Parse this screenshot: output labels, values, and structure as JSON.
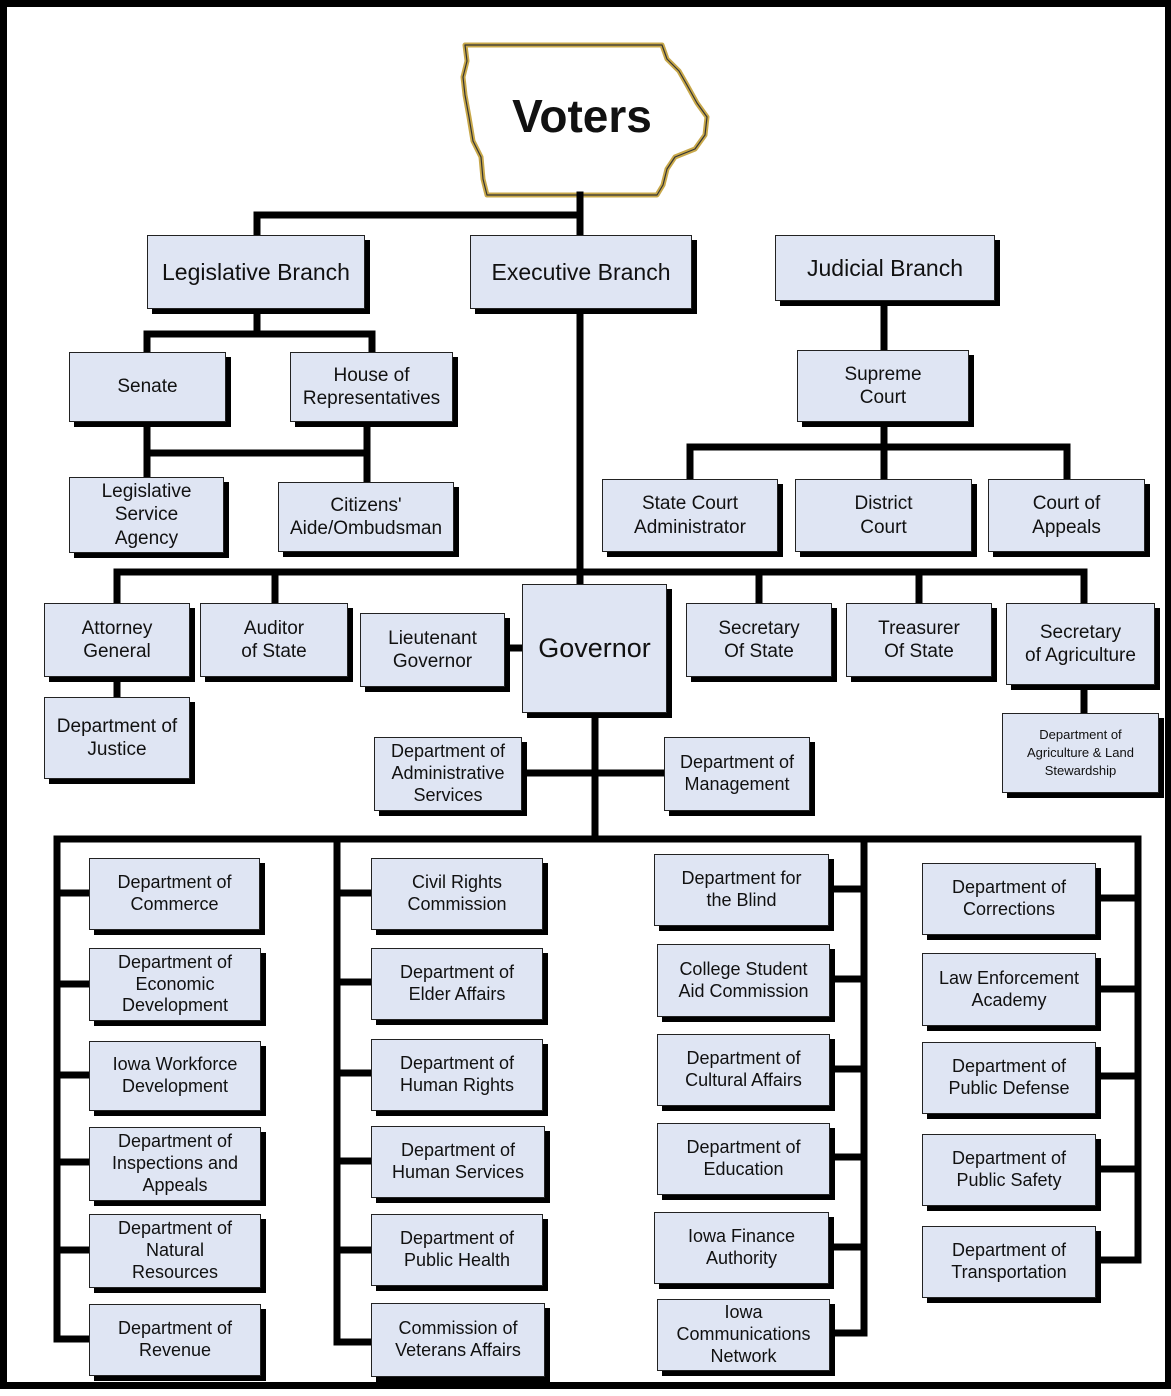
{
  "title": "Voters",
  "branches": {
    "legislative": "Legislative Branch",
    "executive": "Executive Branch",
    "judicial": "Judicial Branch"
  },
  "legislative": {
    "senate": "Senate",
    "house": "House of\nRepresentatives",
    "lsa": "Legislative\nService\nAgency",
    "ombudsman": "Citizens'\nAide/Ombudsman"
  },
  "judicial": {
    "supreme_court": "Supreme\nCourt",
    "state_court_admin": "State Court\nAdministrator",
    "district_court": "District\nCourt",
    "court_of_appeals": "Court of\nAppeals"
  },
  "executive": {
    "governor": "Governor",
    "lieutenant_governor": "Lieutenant\nGovernor",
    "attorney_general": "Attorney\nGeneral",
    "auditor": "Auditor\nof State",
    "secretary_of_state": "Secretary\nOf State",
    "treasurer": "Treasurer\nOf State",
    "secretary_agriculture": "Secretary\nof Agriculture",
    "dept_justice": "Department of\nJustice",
    "dept_agriculture": "Department of\nAgriculture & Land\nStewardship",
    "dept_admin_services": "Department of\nAdministrative\nServices",
    "dept_management": "Department of\nManagement"
  },
  "departments": {
    "col1": [
      "Department of\nCommerce",
      "Department of\nEconomic\nDevelopment",
      "Iowa Workforce\nDevelopment",
      "Department of\nInspections and\nAppeals",
      "Department of\nNatural\nResources",
      "Department of\nRevenue"
    ],
    "col2": [
      "Civil Rights\nCommission",
      "Department of\nElder Affairs",
      "Department of\nHuman Rights",
      "Department of\nHuman Services",
      "Department of\nPublic Health",
      "Commission of\nVeterans Affairs"
    ],
    "col3": [
      "Department for\nthe Blind",
      "College Student\nAid Commission",
      "Department of\nCultural Affairs",
      "Department of\nEducation",
      "Iowa Finance\nAuthority",
      "Iowa\nCommunications\nNetwork"
    ],
    "col4": [
      "Department of\nCorrections",
      "Law Enforcement\nAcademy",
      "Department of\nPublic Defense",
      "Department of\nPublic Safety",
      "Department of\nTransportation"
    ]
  },
  "colors": {
    "box_fill": "#dfe5f3",
    "line": "#000000",
    "map_outline": "#c8a84a"
  }
}
